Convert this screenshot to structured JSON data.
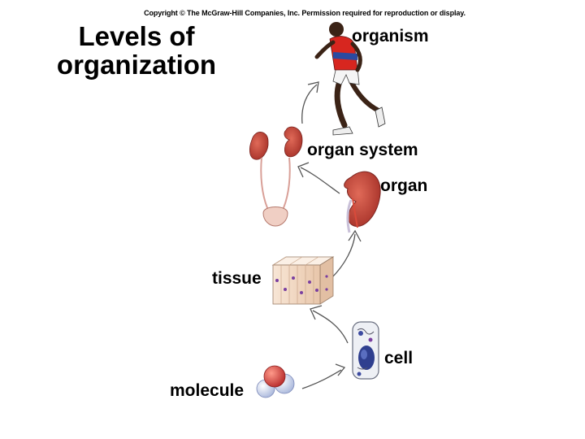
{
  "copyright": "Copyright © The McGraw-Hill Companies, Inc. Permission required for reproduction or display.",
  "title_line1": "Levels of",
  "title_line2": "organization",
  "levels": {
    "organism": "organism",
    "organ_system": "organ system",
    "organ": "organ",
    "tissue": "tissue",
    "cell": "cell",
    "molecule": "molecule"
  },
  "colors": {
    "kidney": "#c4463a",
    "tissue": "#f3dcc8",
    "tissue_nuclei": "#7a3fa0",
    "cell_nucleus": "#2f3f8f",
    "molecule_oxygen": "#c93a3a",
    "molecule_hydrogen": "#dfe6f7",
    "shirt": "#d7261f",
    "shirt_stripe": "#2b4aa0"
  }
}
